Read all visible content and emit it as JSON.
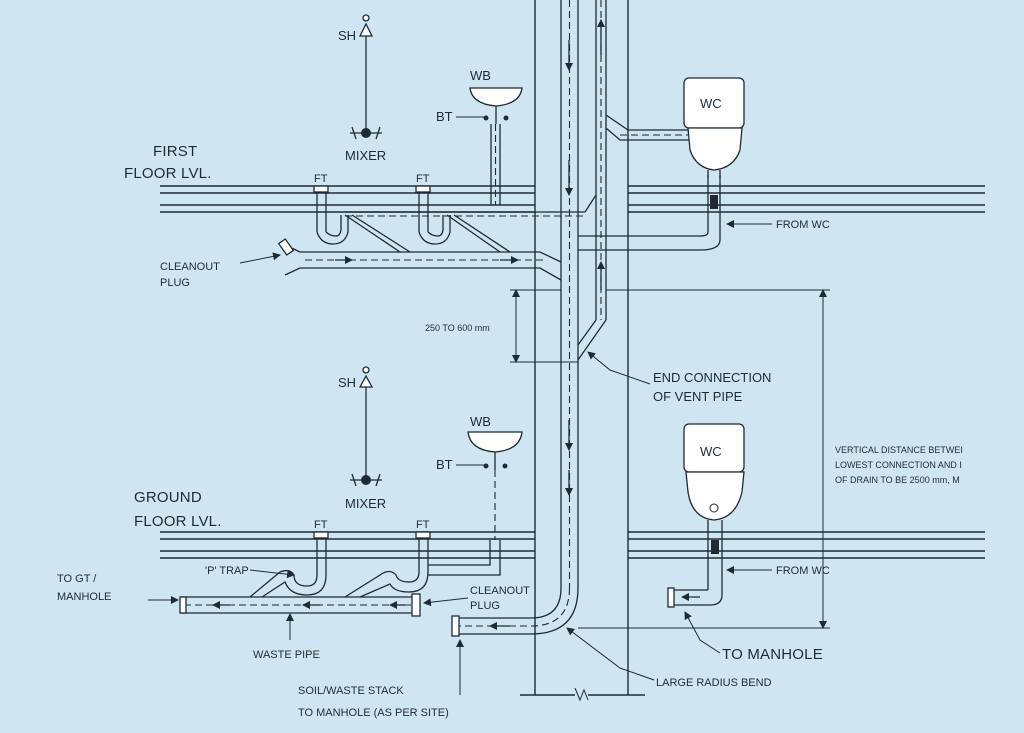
{
  "labels": {
    "first_floor": [
      "FIRST",
      "FLOOR LVL."
    ],
    "ground_floor": [
      "GROUND",
      "FLOOR LVL."
    ],
    "sh": "SH",
    "mixer": "MIXER",
    "wb": "WB",
    "bt": "BT",
    "ft": "FT",
    "wc": "WC",
    "from_wc": "FROM WC",
    "cleanout_plug": [
      "CLEANOUT",
      "PLUG"
    ],
    "dimension_250_600": "250 TO 600 mm",
    "end_connection": [
      "END CONNECTION",
      "OF VENT PIPE"
    ],
    "vertical_distance": [
      "VERTICAL DISTANCE BETWEI",
      "LOWEST CONNECTION AND I",
      "OF DRAIN TO BE  2500 mm, M"
    ],
    "to_gt_manhole": [
      "TO GT /",
      "MANHOLE"
    ],
    "p_trap": "'P' TRAP",
    "waste_pipe": "WASTE PIPE",
    "soil_waste_stack": [
      "SOIL/WASTE STACK",
      "TO MANHOLE (AS PER SITE)"
    ],
    "to_manhole": "TO MANHOLE",
    "large_radius_bend": "LARGE RADIUS BEND"
  }
}
